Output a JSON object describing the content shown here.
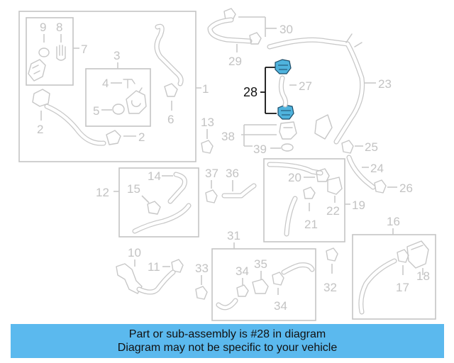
{
  "labels": {
    "l1": "1",
    "l2a": "2",
    "l2b": "2",
    "l3": "3",
    "l4": "4",
    "l5": "5",
    "l6": "6",
    "l7": "7",
    "l8": "8",
    "l9": "9",
    "l10": "10",
    "l11": "11",
    "l12": "12",
    "l13": "13",
    "l14": "14",
    "l15": "15",
    "l16": "16",
    "l17": "17",
    "l18": "18",
    "l19": "19",
    "l20": "20",
    "l21": "21",
    "l22": "22",
    "l23": "23",
    "l24": "24",
    "l25": "25",
    "l26": "26",
    "l27": "27",
    "l28": "28",
    "l29": "29",
    "l30": "30",
    "l31": "31",
    "l32": "32",
    "l33": "33",
    "l34a": "34",
    "l34b": "34",
    "l35": "35",
    "l36": "36",
    "l37": "37",
    "l38": "38",
    "l39": "39"
  },
  "highlight": {
    "part_number": "28",
    "color": "#4fb3dd"
  },
  "banner": {
    "line1": "Part or sub-assembly is #28 in diagram",
    "line2": "Diagram may not be specific to your vehicle",
    "background": "#5bb9ee"
  }
}
